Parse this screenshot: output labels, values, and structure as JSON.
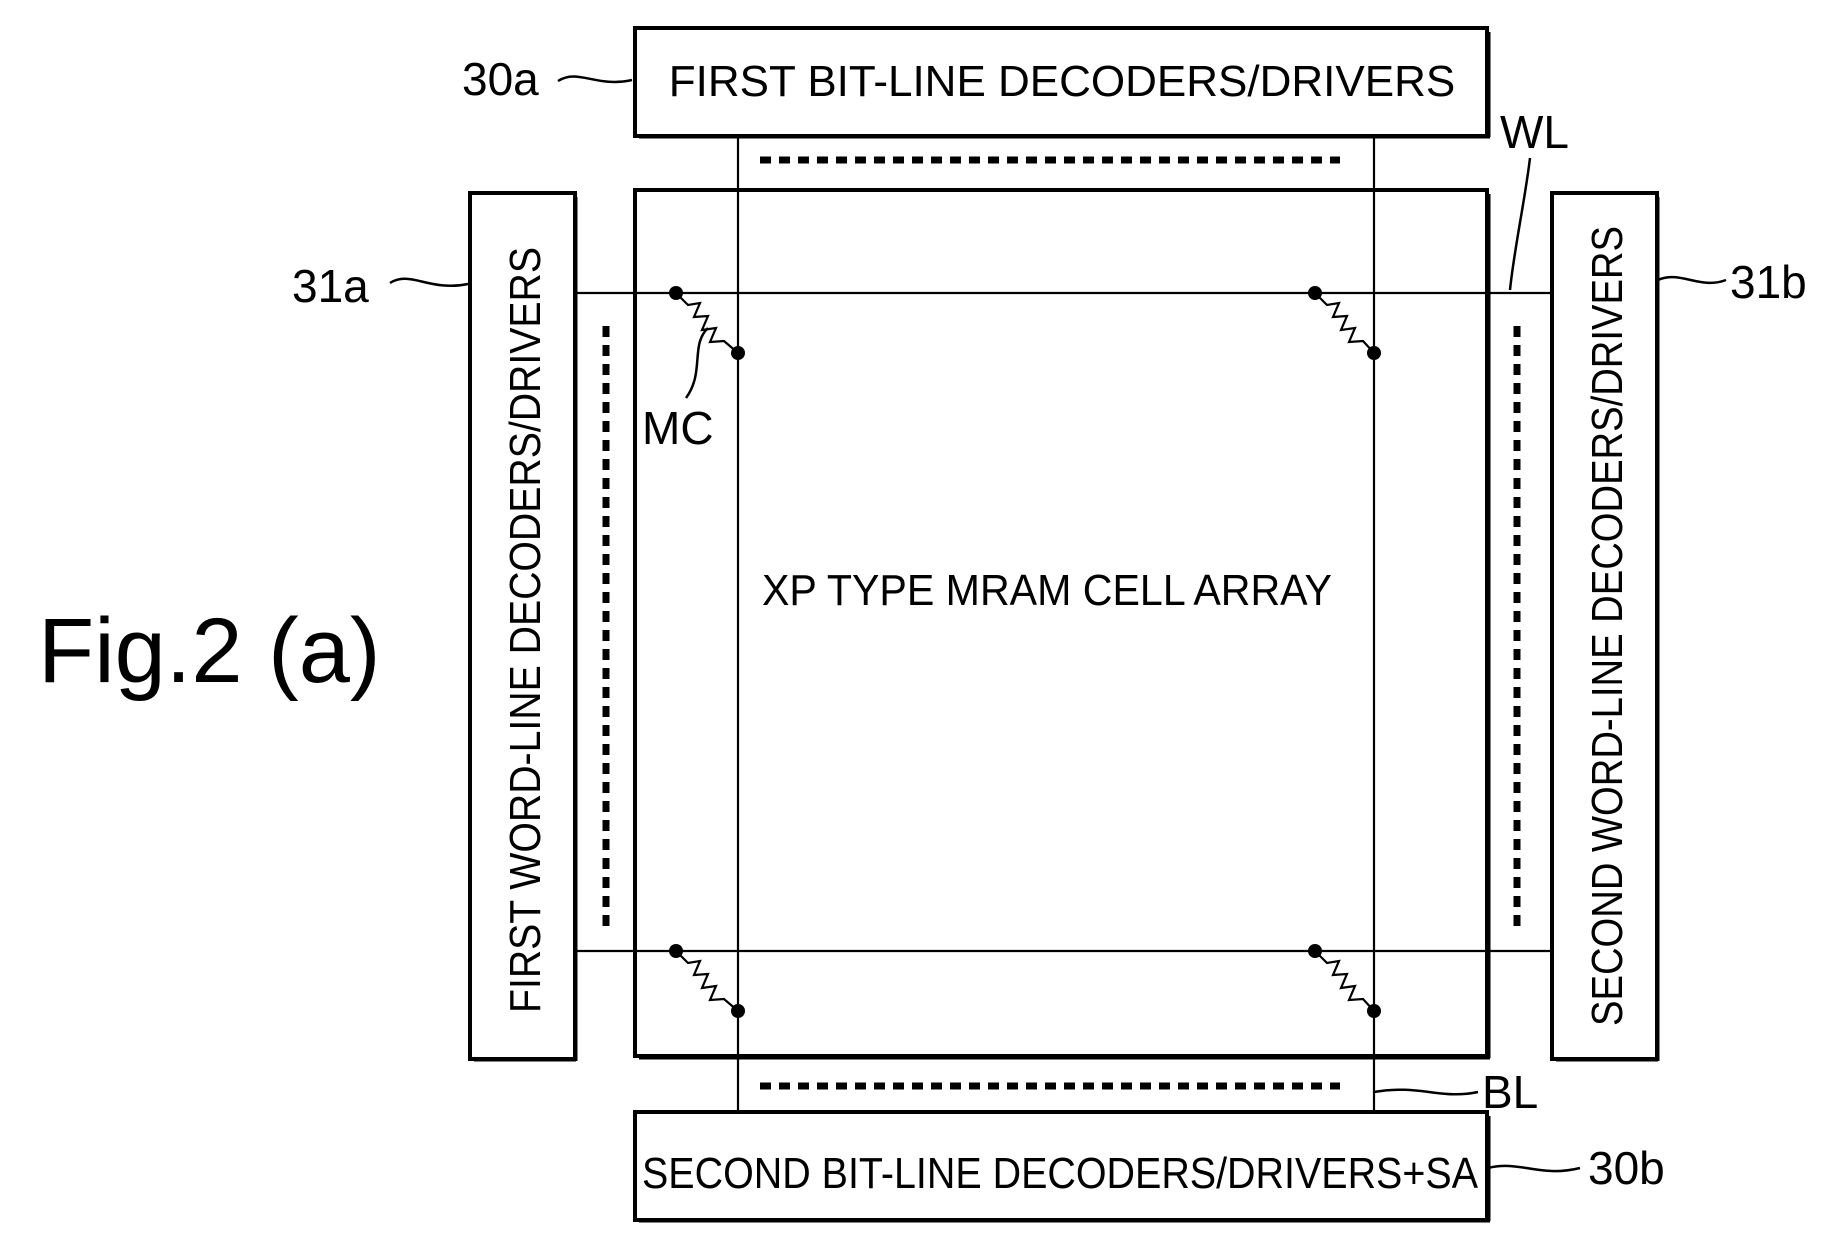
{
  "figure": {
    "title": "Fig.2 (a)"
  },
  "blocks": {
    "first_bitline": {
      "ref": "30a",
      "label": "FIRST BIT-LINE DECODERS/DRIVERS"
    },
    "second_bitline": {
      "ref": "30b",
      "label": "SECOND BIT-LINE DECODERS/DRIVERS+SA"
    },
    "first_wordline": {
      "ref": "31a",
      "label": "FIRST WORD-LINE DECODERS/DRIVERS"
    },
    "second_wordline": {
      "ref": "31b",
      "label": "SECOND WORD-LINE DECODERS/DRIVERS"
    },
    "cell_array": {
      "label": "XP TYPE MRAM CELL ARRAY"
    }
  },
  "signals": {
    "word_line": "WL",
    "bit_line": "BL",
    "memory_cell": "MC"
  }
}
